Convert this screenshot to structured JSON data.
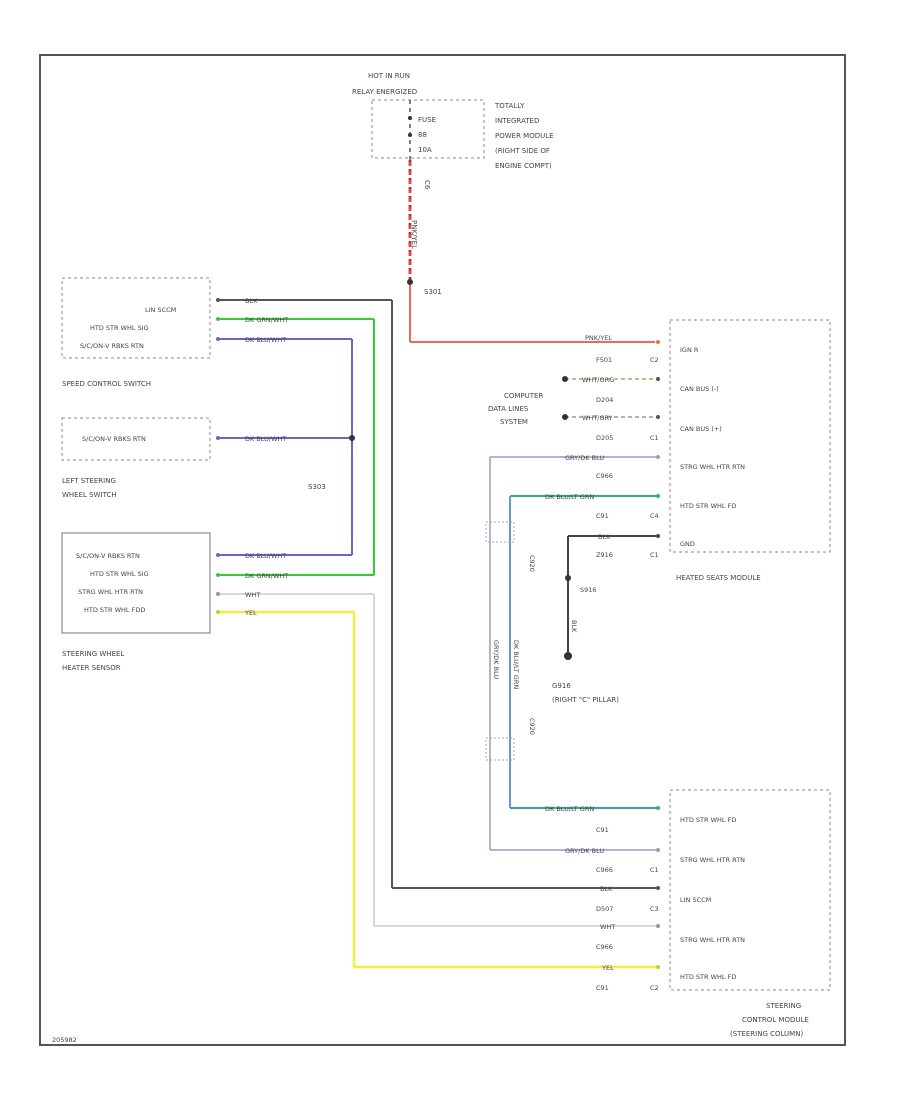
{
  "diagram": {
    "power": {
      "line1": "HOT IN RUN",
      "line2": "RELAY ENERGIZED",
      "fuse": [
        "FUSE",
        "88",
        "10A"
      ],
      "module": [
        "TOTALLY",
        "INTEGRATED",
        "POWER MODULE",
        "(RIGHT SIDE OF",
        "ENGINE COMPT)"
      ],
      "connector": "C6",
      "wire": "PNK/YEL",
      "splice": "S301"
    },
    "speed_control": {
      "title": "SPEED CONTROL SWITCH",
      "pins": [
        "LIN SCCM",
        "HTD STR WHL SIG",
        "S/C/ON-V RBKS RTN"
      ],
      "wires": [
        "BLK",
        "DK GRN/WHT",
        "DK BLU/WHT"
      ]
    },
    "left_switch": {
      "title": [
        "LEFT STEERING",
        "WHEEL SWITCH"
      ],
      "pin": "S/C/ON-V RBKS RTN",
      "wire": "DK BLU/WHT",
      "splice": "S303"
    },
    "heater_sensor": {
      "title": [
        "STEERING WHEEL",
        "HEATER SENSOR"
      ],
      "pins": [
        "S/C/ON-V RBKS RTN",
        "HTD STR WHL SIG",
        "STRG WHL HTR RTN",
        "HTD STR WHL FDD"
      ],
      "wires": [
        "DK BLU/WHT",
        "DK GRN/WHT",
        "WHT",
        "YEL"
      ]
    },
    "heated_seats": {
      "title": "HEATED SEATS MODULE",
      "pins": [
        "IGN R",
        "CAN BUS (-)",
        "CAN BUS (+)",
        "STRG WHL HTR RTN",
        "HTD STR WHL FD",
        "GND"
      ],
      "wires": [
        "PNK/YEL",
        "WHT/ORG",
        "WHT/GRY",
        "GRY/DK BLU",
        "DK BLU/LT GRN",
        "BLK"
      ],
      "circuits": [
        [
          "F501",
          "C2"
        ],
        [
          "D204",
          ""
        ],
        [
          "D205",
          "C1"
        ],
        [
          "C966",
          ""
        ],
        [
          "C91",
          "C4"
        ],
        [
          "Z916",
          "C1"
        ]
      ]
    },
    "computer": [
      "COMPUTER",
      "DATA LINES",
      "SYSTEM"
    ],
    "ground": {
      "splice": "S916",
      "wire": "BLK",
      "label": "G916",
      "location": "(RIGHT \"C\" PILLAR)"
    },
    "vertical_labels": {
      "c920": "C920",
      "gry_blu": "GRY/DK BLU",
      "blu_wht": "DK BLU/LT GRN"
    },
    "steering_module": {
      "title": [
        "STEERING",
        "CONTROL MODULE",
        "(STEERING COLUMN)"
      ],
      "pins": [
        "HTD STR WHL FD",
        "STRG WHL HTR RTN",
        "LIN SCCM",
        "STRG WHL HTR RTN",
        "HTD STR WHL FD"
      ],
      "wires": [
        "DK BLU/LT GRN",
        "GRY/DK BLU",
        "BLK",
        "WHT",
        "YEL"
      ],
      "circuits": [
        [
          "C91",
          ""
        ],
        [
          "C966",
          "C1"
        ],
        [
          "D507",
          "C3"
        ],
        [
          "C966",
          ""
        ],
        [
          "C91",
          "C2"
        ]
      ]
    },
    "footer": "205982"
  }
}
